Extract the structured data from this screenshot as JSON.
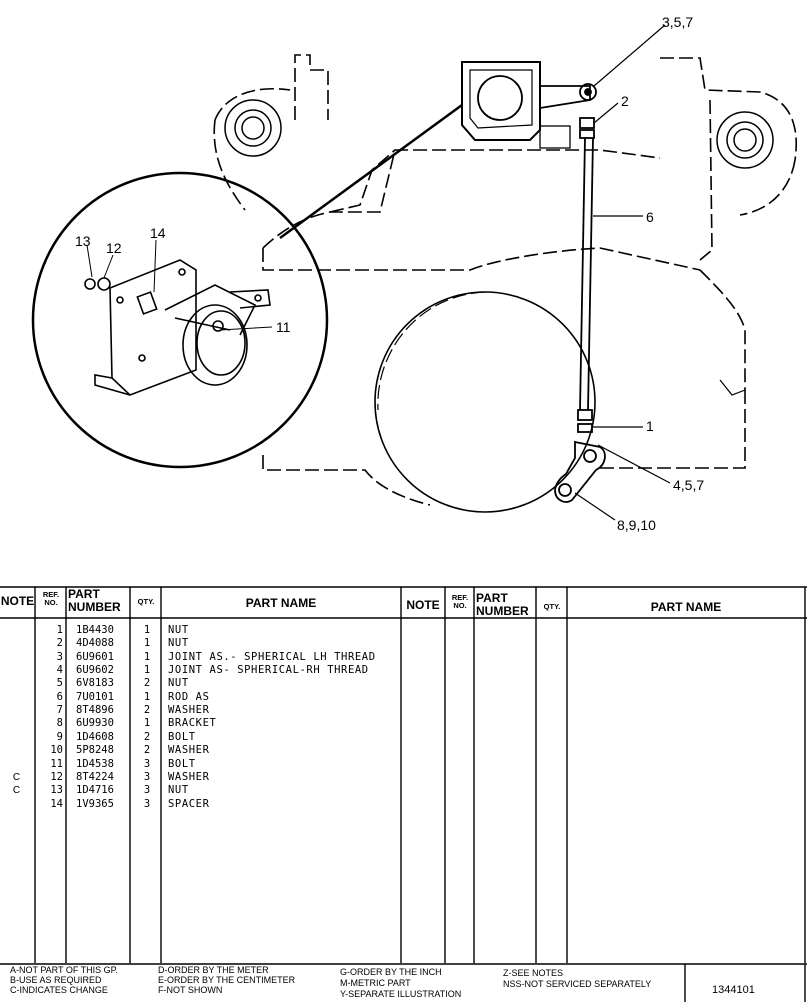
{
  "callouts": {
    "c357": "3,5,7",
    "c2": "2",
    "c6": "6",
    "c1": "1",
    "c457": "4,5,7",
    "c8910": "8,9,10",
    "c13": "13",
    "c12": "12",
    "c14": "14",
    "c11": "11"
  },
  "table": {
    "headers_left": {
      "note": "NOTE",
      "ref_no": "REF. NO.",
      "part_number": "PART NUMBER",
      "qty": "QTY.",
      "part_name": "PART NAME"
    },
    "headers_right": {
      "note": "NOTE",
      "ref_no": "REF. NO.",
      "part_number": "PART NUMBER",
      "qty": "QTY.",
      "part_name": "PART NAME"
    },
    "rows": [
      {
        "note": "",
        "ref": "1",
        "part": "1B4430",
        "qty": "1",
        "name": "NUT"
      },
      {
        "note": "",
        "ref": "2",
        "part": "4D4088",
        "qty": "1",
        "name": "NUT"
      },
      {
        "note": "",
        "ref": "3",
        "part": "6U9601",
        "qty": "1",
        "name": "JOINT AS.- SPHERICAL LH THREAD"
      },
      {
        "note": "",
        "ref": "4",
        "part": "6U9602",
        "qty": "1",
        "name": "JOINT AS- SPHERICAL-RH THREAD"
      },
      {
        "note": "",
        "ref": "5",
        "part": "6V8183",
        "qty": "2",
        "name": "NUT"
      },
      {
        "note": "",
        "ref": "6",
        "part": "7U0101",
        "qty": "1",
        "name": "ROD AS"
      },
      {
        "note": "",
        "ref": "7",
        "part": "8T4896",
        "qty": "2",
        "name": "WASHER"
      },
      {
        "note": "",
        "ref": "8",
        "part": "6U9930",
        "qty": "1",
        "name": "BRACKET"
      },
      {
        "note": "",
        "ref": "9",
        "part": "1D4608",
        "qty": "2",
        "name": "BOLT"
      },
      {
        "note": "",
        "ref": "10",
        "part": "5P8248",
        "qty": "2",
        "name": "WASHER"
      },
      {
        "note": "",
        "ref": "11",
        "part": "1D4538",
        "qty": "3",
        "name": "BOLT"
      },
      {
        "note": "C",
        "ref": "12",
        "part": "8T4224",
        "qty": "3",
        "name": "WASHER"
      },
      {
        "note": "C",
        "ref": "13",
        "part": "1D4716",
        "qty": "3",
        "name": "NUT"
      },
      {
        "note": "",
        "ref": "14",
        "part": "1V9365",
        "qty": "3",
        "name": "SPACER"
      }
    ]
  },
  "legend": {
    "a": "A-NOT PART OF THIS GP.",
    "b": "B-USE AS REQUIRED",
    "c": "C-INDICATES CHANGE",
    "d": "D-ORDER BY THE METER",
    "e": "E-ORDER BY THE CENTIMETER",
    "f": "F-NOT SHOWN",
    "g": "G-ORDER BY THE INCH",
    "m": "M-METRIC PART",
    "y": "Y-SEPARATE ILLUSTRATION",
    "z": "Z-SEE NOTES",
    "nss": "NSS-NOT SERVICED SEPARATELY"
  },
  "drawing_number": "1344101"
}
